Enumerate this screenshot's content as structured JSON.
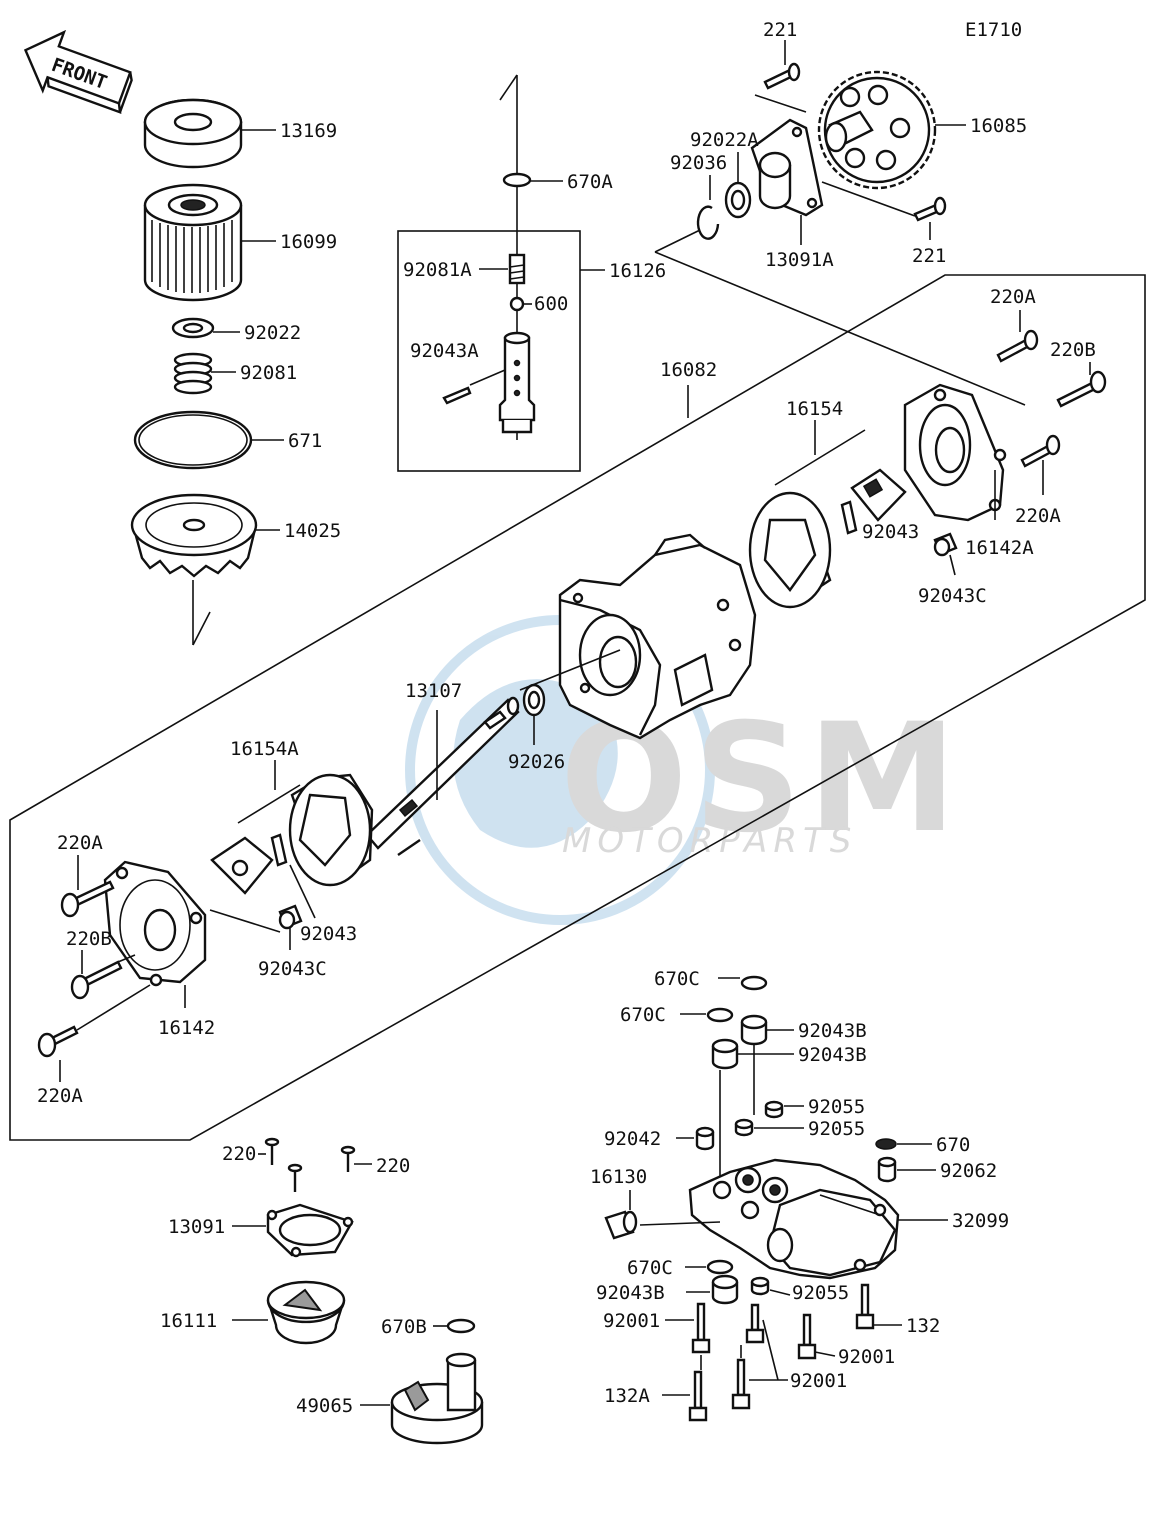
{
  "diagram_code": "E1710",
  "front_label": "FRONT",
  "watermark": {
    "brand": "OSM",
    "sub": "MOTORPARTS"
  },
  "parts": {
    "p13169": "13169",
    "p16099": "16099",
    "p92022": "92022",
    "p92081": "92081",
    "p671": "671",
    "p14025": "14025",
    "p670A": "670A",
    "p92081A": "92081A",
    "p16126": "16126",
    "p600": "600",
    "p92043A": "92043A",
    "p221a": "221",
    "p221b": "221",
    "p16085": "16085",
    "p92022A": "92022A",
    "p92036": "92036",
    "p13091A": "13091A",
    "p16082": "16082",
    "p16154": "16154",
    "p220Aa": "220A",
    "p220B": "220B",
    "p220Ab": "220A",
    "p92043a": "92043",
    "p16142A": "16142A",
    "p92043C": "92043C",
    "p13107": "13107",
    "p92026": "92026",
    "p16154A": "16154A",
    "p220Ac": "220A",
    "p220Bb": "220B",
    "p16142": "16142",
    "p220Ad": "220A",
    "p92043b": "92043",
    "p92043Cb": "92043C",
    "p220a": "220",
    "p220b": "220",
    "p13091": "13091",
    "p16111": "16111",
    "p670B": "670B",
    "p49065": "49065",
    "p670Ca": "670C",
    "p670Cb": "670C",
    "p92043Ba": "92043B",
    "p92043Bb": "92043B",
    "p92055a": "92055",
    "p92055b": "92055",
    "p92042": "92042",
    "p670": "670",
    "p16130": "16130",
    "p92062": "92062",
    "p32099": "32099",
    "p670Cc": "670C",
    "p92043Bc": "92043B",
    "p92055c": "92055",
    "p92001a": "92001",
    "p132": "132",
    "p92001b": "92001",
    "p132A": "132A",
    "p92001c": "92001"
  }
}
